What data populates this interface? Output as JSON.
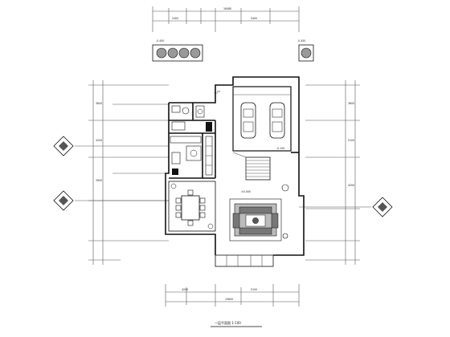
{
  "drawing": {
    "title": "一层平面图 1:100",
    "entry_label": "入户"
  },
  "dimensions": {
    "top_total": "18480",
    "top_left": "2400",
    "top_right": "5400",
    "bottom_total": "15600",
    "bottom_left": "4200",
    "bottom_right": "5100",
    "left_1": "3600",
    "left_2": "4200",
    "left_3": "3900",
    "right_1": "3600",
    "right_2": "5100",
    "right_3": "4200",
    "level_1": "±0.000",
    "level_2": "-0.450",
    "level_3": "-0.150"
  },
  "colors": {
    "line": "#111111",
    "thin_line": "#555555",
    "background": "#ffffff"
  }
}
